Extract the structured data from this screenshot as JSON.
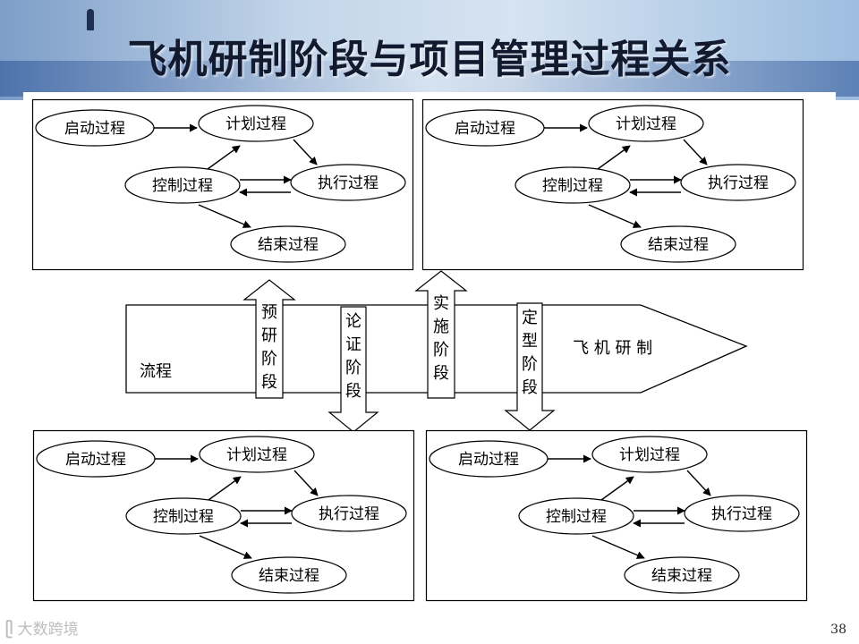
{
  "slide": {
    "title": "飞机研制阶段与项目管理过程关系",
    "page_number": "38",
    "watermark_text": "大数跨境"
  },
  "process_box": {
    "start": "启动过程",
    "plan": "计划过程",
    "control": "控制过程",
    "execute": "执行过程",
    "close": "结束过程"
  },
  "flow": {
    "label": "流程",
    "name": "飞 机 研 制"
  },
  "phases": [
    {
      "label": "预研阶段",
      "direction": "up"
    },
    {
      "label": "论证阶段",
      "direction": "down"
    },
    {
      "label": "实施阶段",
      "direction": "up"
    },
    {
      "label": "定型阶段",
      "direction": "down"
    }
  ],
  "colors": {
    "line": "#000000",
    "background": "#ffffff"
  }
}
